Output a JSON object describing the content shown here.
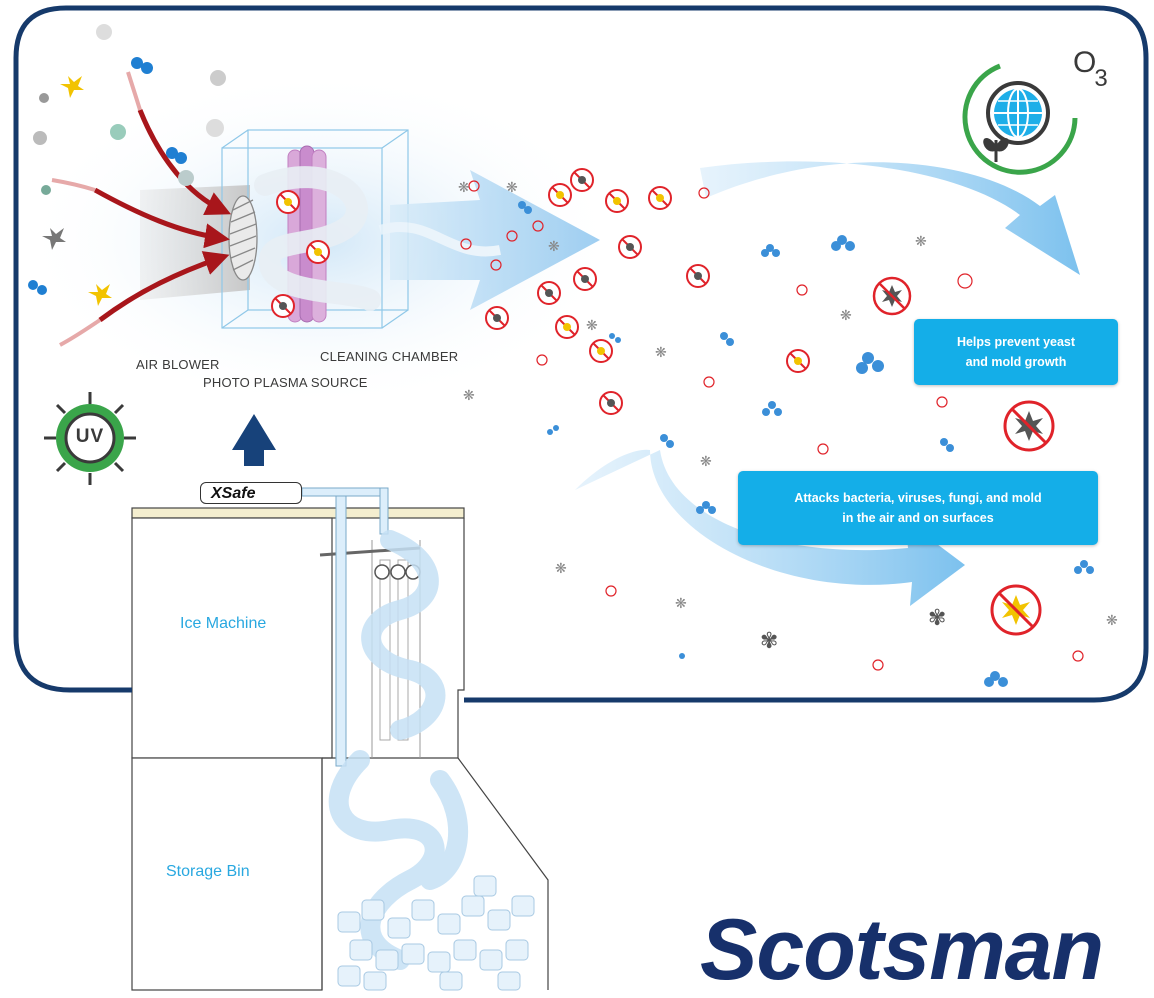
{
  "diagram": {
    "labels": {
      "air_blower": "AIR BLOWER",
      "photo_plasma_source": "PHOTO PLASMA SOURCE",
      "cleaning_chamber": "CLEANING CHAMBER",
      "ice_machine": "Ice Machine",
      "storage_bin": "Storage Bin"
    },
    "callouts": {
      "yeast_mold_line1": "Helps prevent yeast",
      "yeast_mold_line2": "and mold growth",
      "attacks_line1": "Attacks bacteria, viruses, fungi, and mold",
      "attacks_line2": "in the air and on surfaces"
    },
    "badges": {
      "uv": "UV",
      "ozone_o": "O",
      "ozone_sub": "3"
    },
    "product": "XSafe",
    "brand": "Scotsman",
    "icons": [
      "uv-badge-icon",
      "ozone-globe-icon",
      "up-arrow-icon",
      "no-germ-icon",
      "no-mold-icon"
    ],
    "colors": {
      "frame_border": "#163a6b",
      "callout_bg": "#14aee8",
      "machine_label": "#29a8e0",
      "red_arrow": "#a8161b",
      "flow_arrow": "#b9dcf3",
      "uv_green": "#3aa54a",
      "brand_navy": "#17306b"
    }
  }
}
